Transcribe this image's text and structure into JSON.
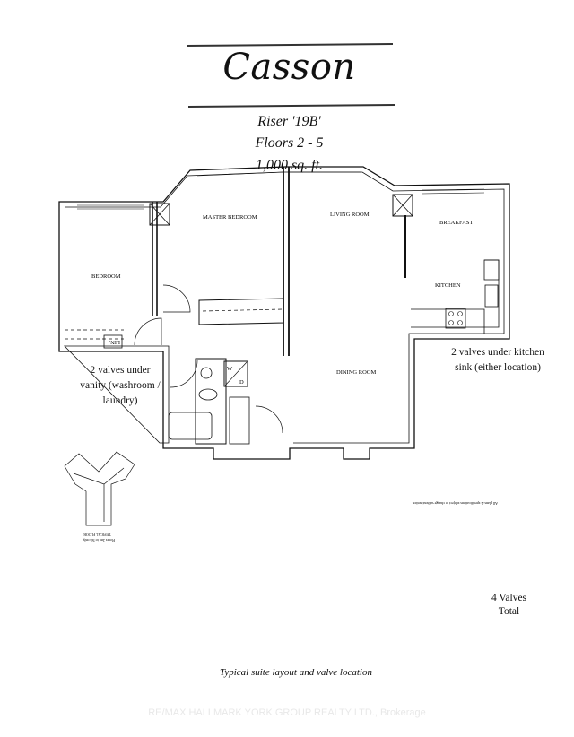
{
  "header": {
    "title": "Casson",
    "riser": "Riser '19B'",
    "floors": "Floors 2 - 5",
    "area": "1,000 sq. ft."
  },
  "rooms": {
    "bedroom": "BEDROOM",
    "master_bedroom": "MASTER BEDROOM",
    "living_room": "LIVING ROOM",
    "breakfast": "BREAKFAST",
    "kitchen": "KITCHEN",
    "dining_room": "DINING ROOM",
    "linen": "LIN.",
    "washer": "W",
    "dryer": "D"
  },
  "notes": {
    "vanity": [
      "2 valves under",
      "vanity (washroom /",
      "laundry)"
    ],
    "kitchen": [
      "2 valves under kitchen",
      "sink (either location)"
    ],
    "total": [
      "4 Valves",
      "Total"
    ],
    "disclaimer": "All plans & specifications subject to change without notice.",
    "key_plan": [
      "TYPICAL FLOOR",
      "Floors 2nd to 5th only"
    ]
  },
  "caption": "Typical suite layout and valve location",
  "watermark": "RE/MAX HALLMARK YORK GROUP REALTY LTD., Brokerage",
  "colors": {
    "ink": "#111111",
    "watermark": "#e8e8e8"
  }
}
